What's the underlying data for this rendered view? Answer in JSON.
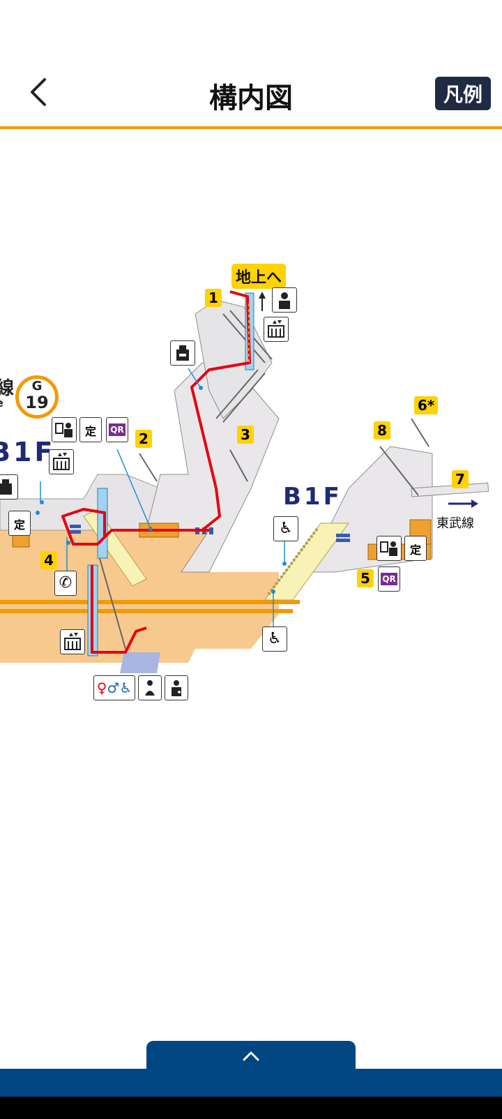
{
  "header": {
    "title": "構内図",
    "legend_label": "凡例"
  },
  "icons": {
    "back": "chevron-left-icon",
    "drawer": "chevron-up-icon"
  },
  "colors": {
    "accent_line": "#f39a00",
    "bottom_bar": "#004682",
    "legend_bg": "#1f2a44",
    "route": "#e60012",
    "floor_label": "#1e2a78",
    "exit_badge": "#ffd200",
    "station_ring": "#f39a00"
  },
  "map": {
    "to_ground": "地上へ",
    "floor_left": "B1F",
    "floor_right": "B1F",
    "line_fragment": "線",
    "line_sub_fragment": "e",
    "station_line_letter": "G",
    "station_number": "19",
    "tobu_line": "東武線",
    "exits": [
      "1",
      "2",
      "3",
      "4",
      "5",
      "6*",
      "7",
      "8"
    ],
    "teiki_label": "定",
    "qr_label": "QR"
  }
}
